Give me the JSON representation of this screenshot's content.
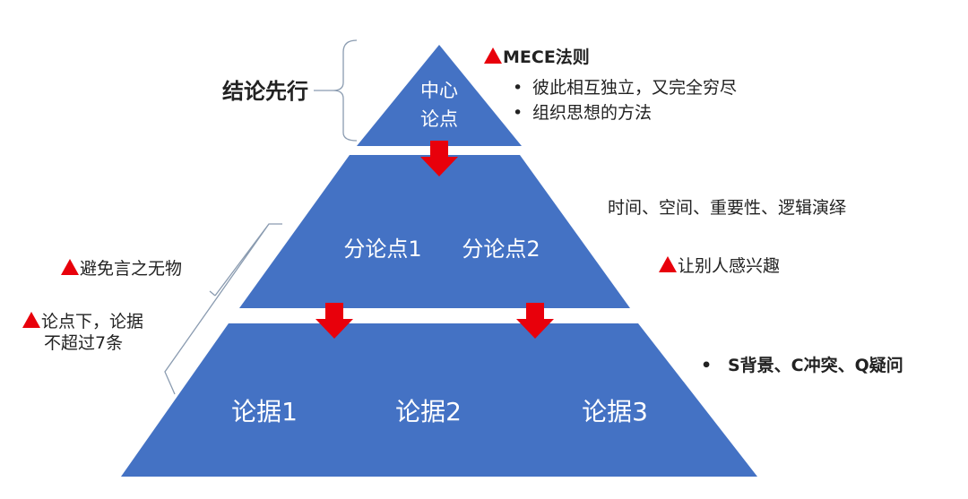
{
  "pyramid": {
    "top": [
      "中心",
      "论点"
    ],
    "middle": [
      "分论点1",
      "分论点2"
    ],
    "bottom": [
      "论据1",
      "论据2",
      "论据3"
    ]
  },
  "left": {
    "conclusion_first": "结论先行",
    "avoid_empty": "避免言之无物",
    "limit_line1": "论点下，论据",
    "limit_line2": "不超过7条"
  },
  "right": {
    "mece_title": "MECE法则",
    "mece_bullets": [
      "彼此相互独立，又完全穷尽",
      "组织思想的方法"
    ],
    "orders": "时间、空间、重要性、逻辑演绎",
    "interest": "让别人感兴趣",
    "scq": "S背景、C冲突、Q疑问"
  },
  "colors": {
    "pyramid": "#4472c4",
    "arrow": "#e8000b",
    "bracket": "#8a9bb0"
  }
}
